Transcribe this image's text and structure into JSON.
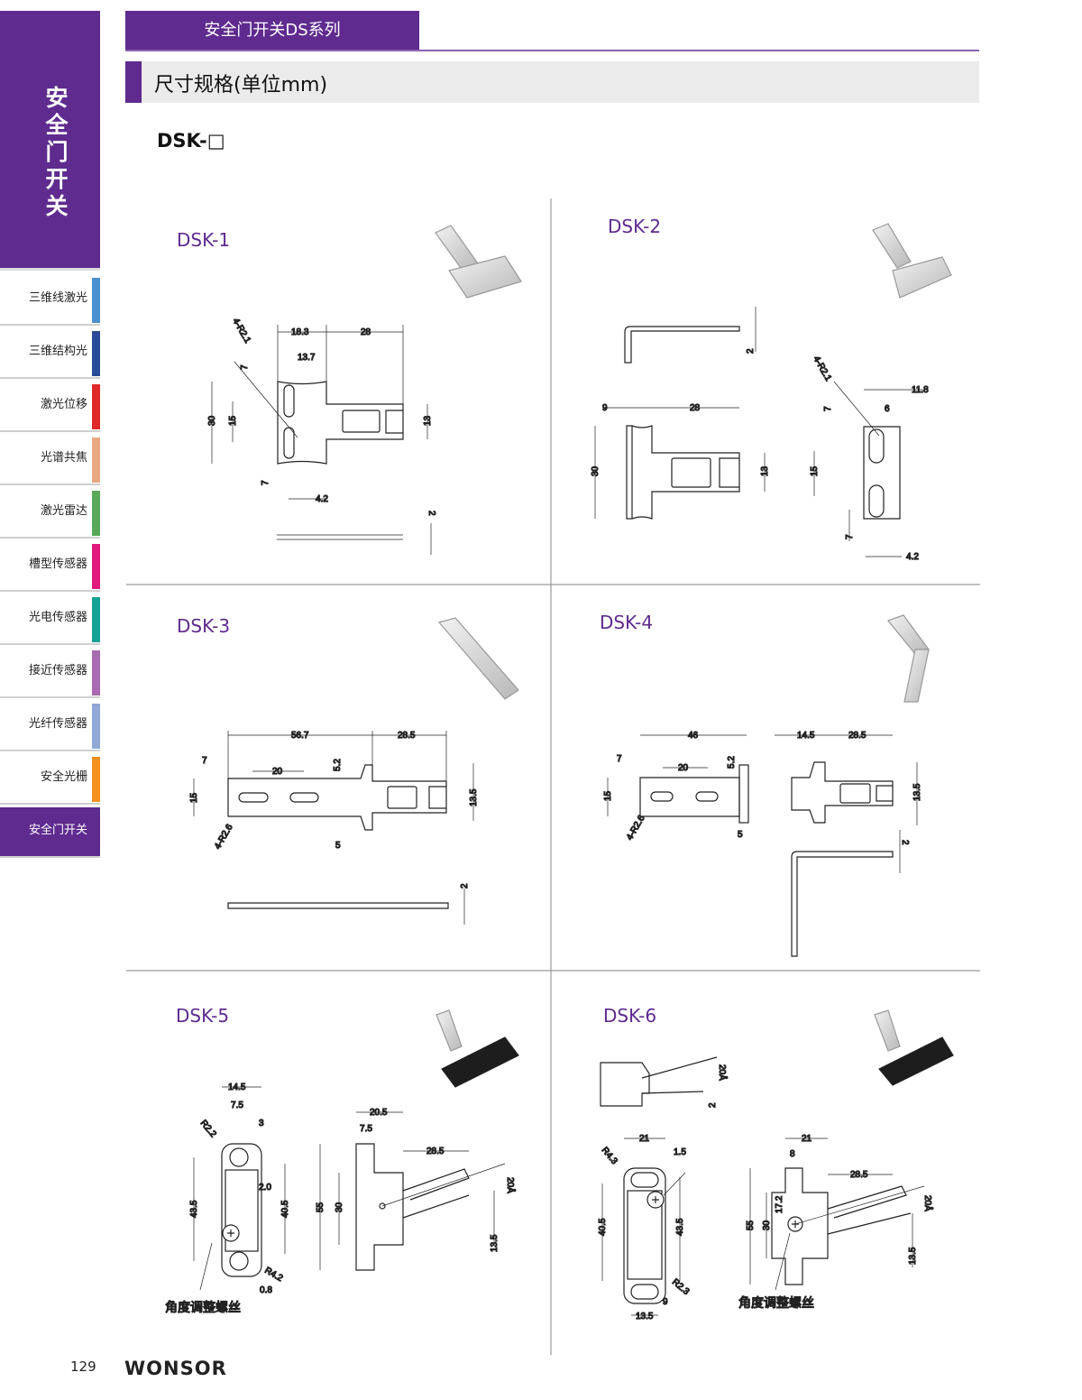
{
  "sidebar": {
    "title": "安全门开关",
    "items": [
      {
        "label": "三维线激光",
        "color": "#4a90d0"
      },
      {
        "label": "三维结构光",
        "color": "#2a4a9a"
      },
      {
        "label": "激光位移",
        "color": "#e02a2a"
      },
      {
        "label": "光谱共焦",
        "color": "#e8a882"
      },
      {
        "label": "激光雷达",
        "color": "#5aa85a"
      },
      {
        "label": "槽型传感器",
        "color": "#e0197a"
      },
      {
        "label": "光电传感器",
        "color": "#14a396"
      },
      {
        "label": "接近传感器",
        "color": "#a86ab0"
      },
      {
        "label": "光纤传感器",
        "color": "#90a8d8"
      },
      {
        "label": "安全光栅",
        "color": "#f5901e"
      },
      {
        "label": "安全门开关",
        "color": "#5f2b8f"
      }
    ]
  },
  "header": {
    "tab": "安全门开关DS系列",
    "section": "尺寸规格(单位mm)",
    "model": "DSK-□"
  },
  "panels": [
    {
      "title": "DSK-1",
      "dims": [
        "4-R2.1",
        "18.3",
        "28",
        "13.7",
        "7",
        "30",
        "15",
        "13",
        "7",
        "4.2",
        "2"
      ]
    },
    {
      "title": "DSK-2",
      "dims": [
        "2",
        "9",
        "28",
        "30",
        "13",
        "4-R2.1",
        "11.8",
        "6",
        "7",
        "15",
        "7",
        "4.2"
      ]
    },
    {
      "title": "DSK-3",
      "dims": [
        "56.7",
        "28.5",
        "7",
        "20",
        "5.2",
        "15",
        "13.5",
        "4-R2.6",
        "5",
        "2"
      ]
    },
    {
      "title": "DSK-4",
      "dims": [
        "46",
        "7",
        "20",
        "5.2",
        "15",
        "4-R2.6",
        "5",
        "14.5",
        "28.5",
        "13.5",
        "2"
      ]
    },
    {
      "title": "DSK-5",
      "dims": [
        "14.5",
        "7.5",
        "3",
        "R2.2",
        "43.5",
        "2.0",
        "40.5",
        "R4.2",
        "0.8",
        "20.5",
        "7.5",
        "28.5",
        "55",
        "30",
        "20Å",
        "13.5"
      ],
      "note": "角度调整螺丝"
    },
    {
      "title": "DSK-6",
      "dims": [
        "20Å",
        "2",
        "21",
        "1.5",
        "R4.3",
        "40.5",
        "43.5",
        "R2.3",
        "9",
        "13.5",
        "21",
        "8",
        "28.5",
        "55",
        "30",
        "17.2",
        "20Å",
        "13.5"
      ],
      "note": "角度调整螺丝"
    }
  ],
  "footer": {
    "page": "129",
    "logo": "WONSOR",
    "logo_color": "#e8141c"
  },
  "colors": {
    "brand_purple": "#5f2b8f"
  }
}
